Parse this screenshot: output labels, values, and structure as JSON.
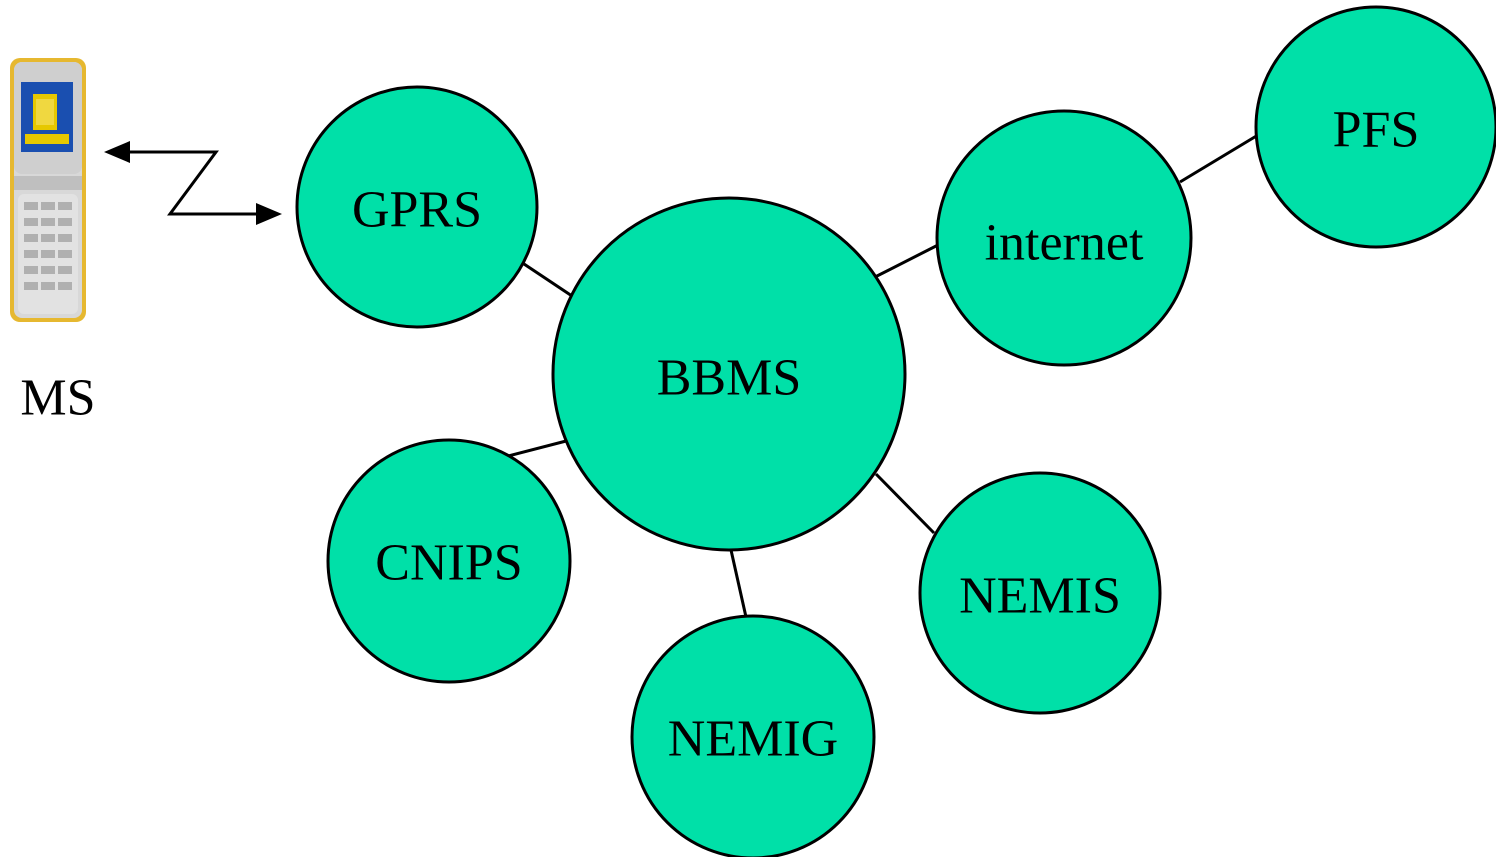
{
  "colors": {
    "node_fill": "#00e0a8",
    "stroke": "#000000",
    "background": "#ffffff"
  },
  "device": {
    "label": "MS",
    "icon": "mobile-phone-icon"
  },
  "nodes": {
    "gprs": "GPRS",
    "bbms": "BBMS",
    "internet": "internet",
    "pfs": "PFS",
    "cnips": "CNIPS",
    "nemis": "NEMIS",
    "nemig": "NEMIG"
  },
  "edges": [
    [
      "gprs",
      "bbms"
    ],
    [
      "bbms",
      "internet"
    ],
    [
      "internet",
      "pfs"
    ],
    [
      "bbms",
      "cnips"
    ],
    [
      "bbms",
      "nemis"
    ],
    [
      "bbms",
      "nemig"
    ]
  ]
}
